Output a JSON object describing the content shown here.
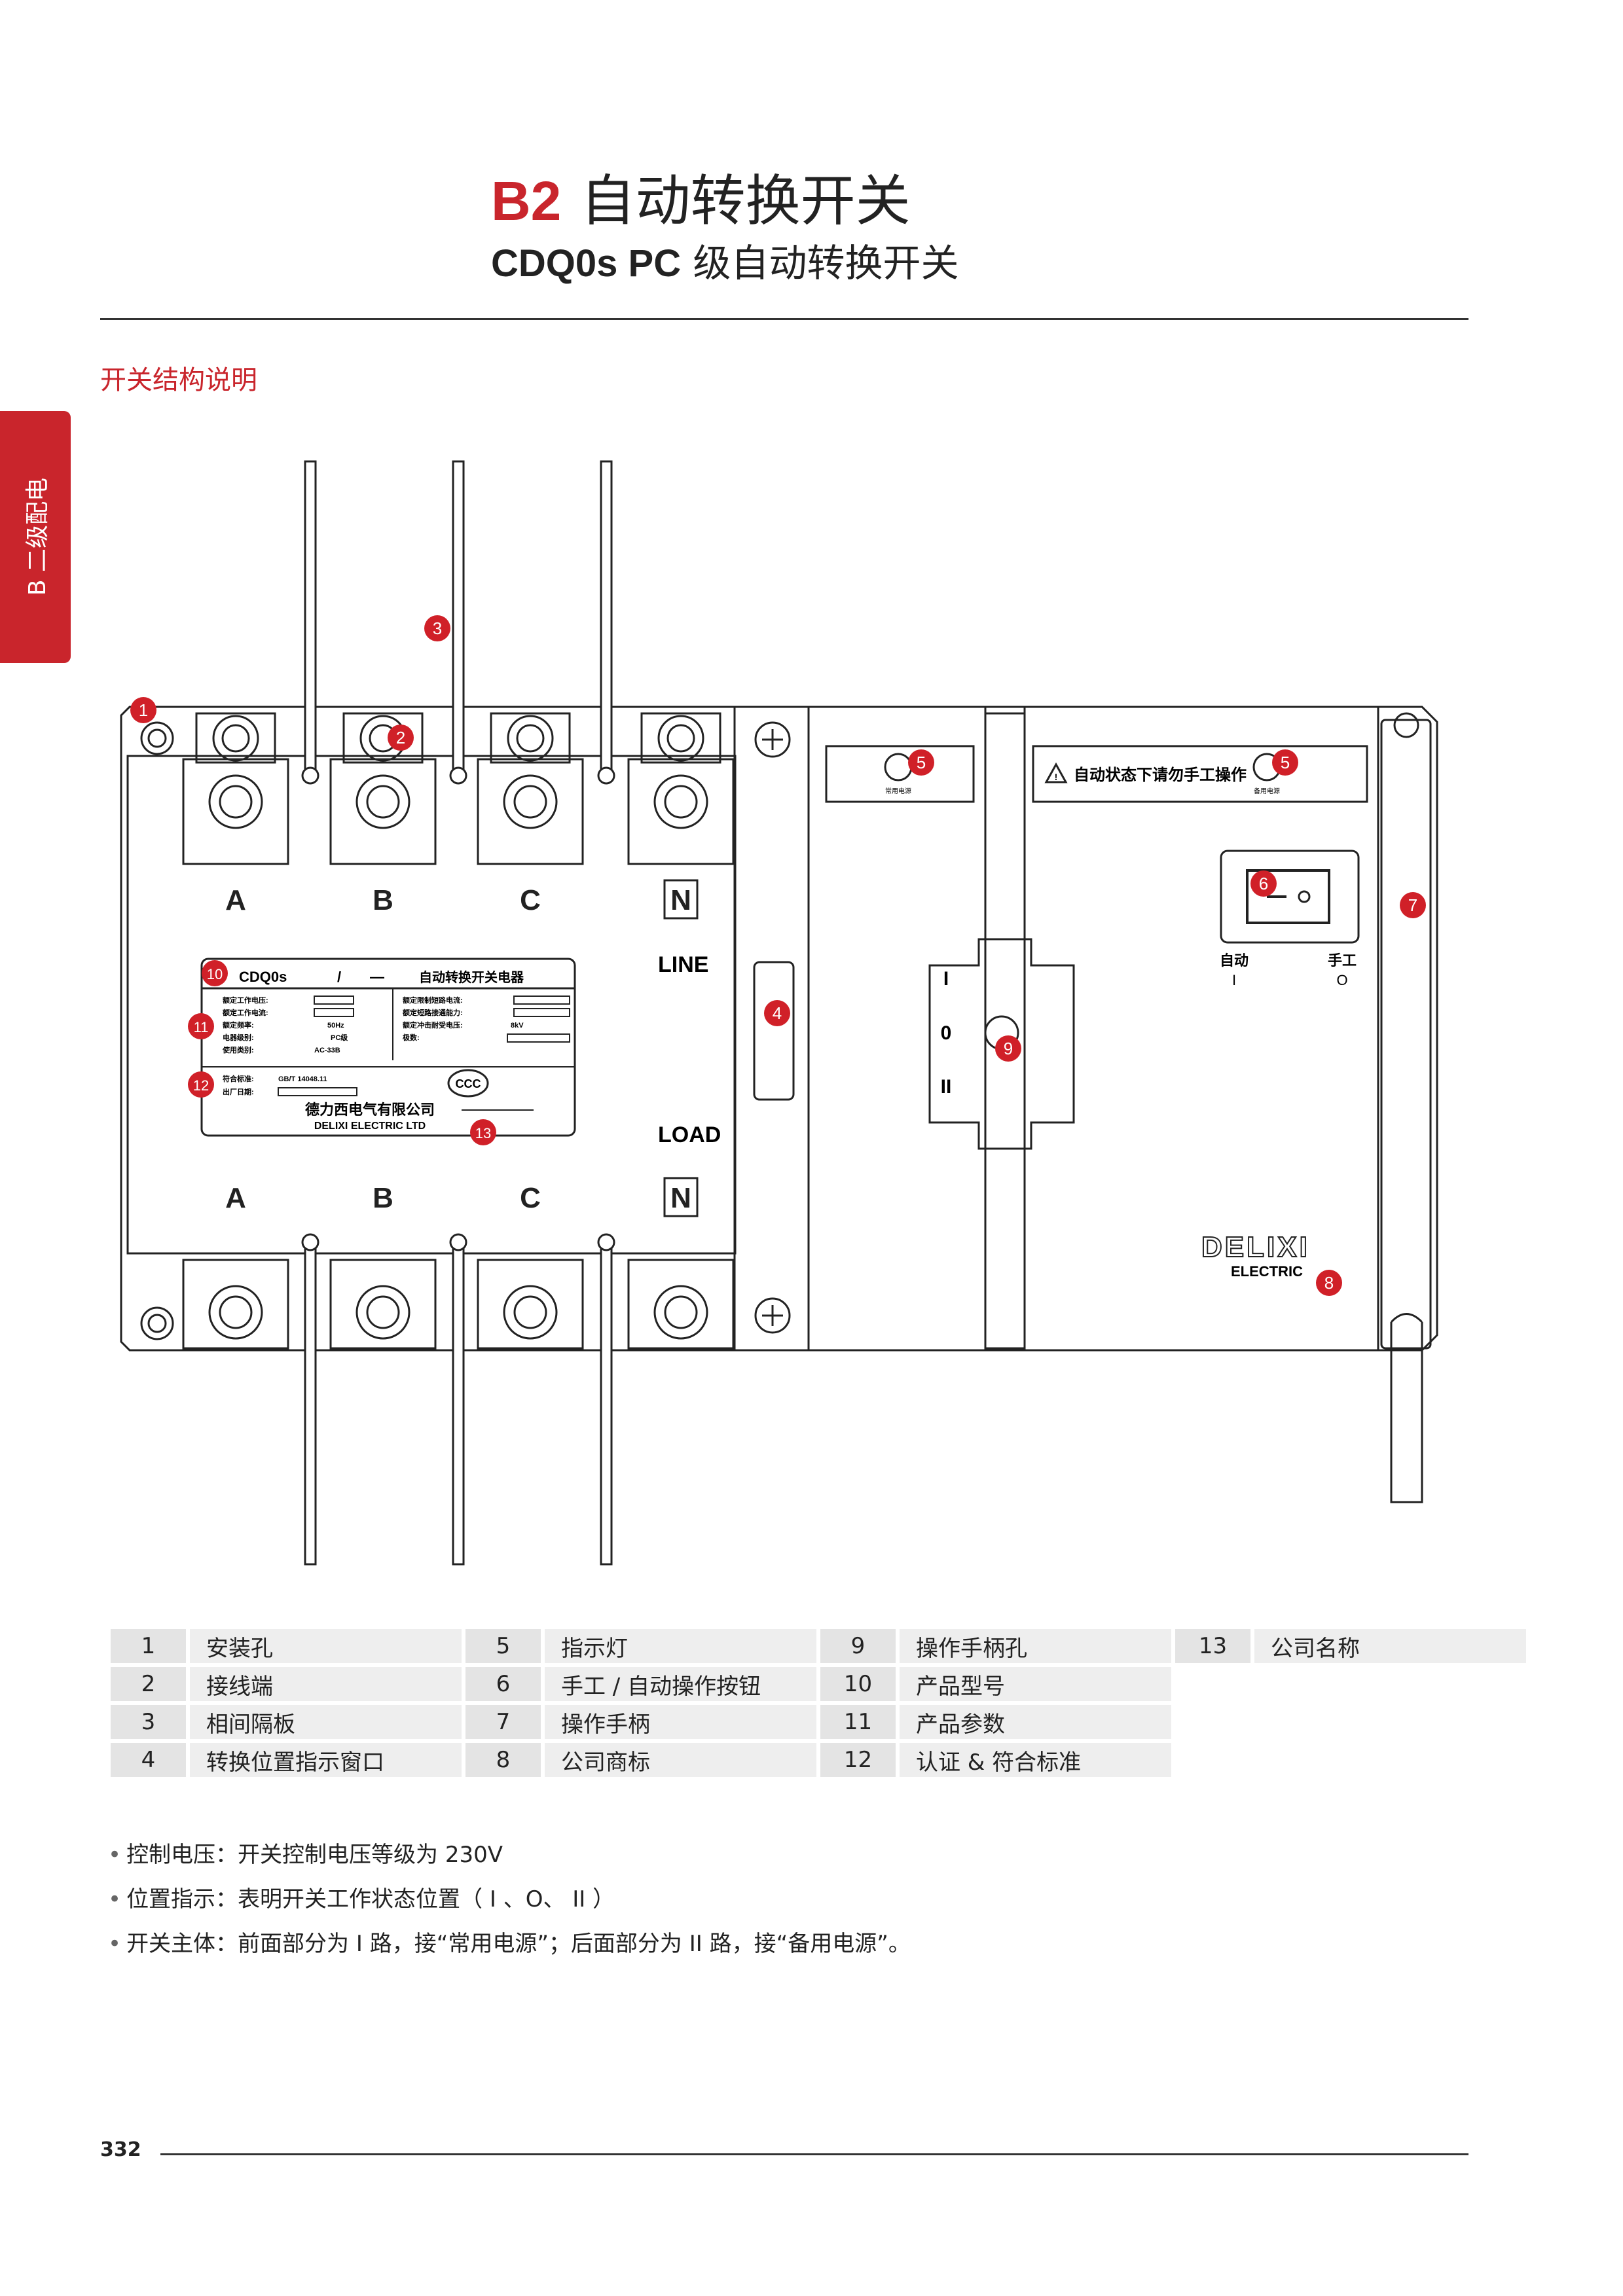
{
  "header": {
    "code": "B2",
    "title": "自动转换开关",
    "subtitle_code": "CDQ0s PC",
    "subtitle_text": "级自动转换开关"
  },
  "side_tab": "B 二级配电",
  "section_heading": "开关结构说明",
  "diagram": {
    "phase_labels": [
      "A",
      "B",
      "C",
      "N"
    ],
    "line_label": "LINE",
    "load_label": "LOAD",
    "indicator_left_caption": "常用电源",
    "warning_text": "自动状态下请勿手工操作",
    "indicator_right_caption": "备用电源",
    "mode_auto": "自动",
    "mode_auto_sym": "I",
    "mode_manual": "手工",
    "mode_manual_sym": "O",
    "position_marks": [
      "I",
      "0",
      "II"
    ],
    "nameplate": {
      "model": "CDQ0s",
      "slash": "/",
      "dash": "—",
      "product_name": "自动转换开关电器",
      "left_rows": [
        "额定工作电压:",
        "额定工作电流:",
        "额定频率:",
        "电器级别:",
        "使用类别:"
      ],
      "left_values": [
        "",
        "",
        "50Hz",
        "PC级",
        "AC-33B"
      ],
      "right_rows": [
        "额定限制短路电流:",
        "额定短路接通能力:",
        "额定冲击耐受电压:",
        "极数:"
      ],
      "right_values": [
        "",
        "",
        "8kV",
        ""
      ],
      "standard_label": "符合标准:",
      "standard_value": "GB/T 14048.11",
      "date_label": "出厂日期:",
      "ccc": "CCC",
      "company_cn": "德力西电气有限公司",
      "company_en": "DELIXI ELECTRIC LTD"
    },
    "logo_main": "DELIXI",
    "logo_sub": "ELECTRIC",
    "callouts": [
      "1",
      "2",
      "3",
      "4",
      "5",
      "5",
      "6",
      "7",
      "8",
      "9",
      "10",
      "11",
      "12",
      "13"
    ]
  },
  "legend": [
    [
      {
        "n": "1",
        "t": "安装孔"
      },
      {
        "n": "5",
        "t": "指示灯"
      },
      {
        "n": "9",
        "t": "操作手柄孔"
      },
      {
        "n": "13",
        "t": "公司名称"
      }
    ],
    [
      {
        "n": "2",
        "t": "接线端"
      },
      {
        "n": "6",
        "t": "手工 / 自动操作按钮"
      },
      {
        "n": "10",
        "t": "产品型号"
      }
    ],
    [
      {
        "n": "3",
        "t": "相间隔板"
      },
      {
        "n": "7",
        "t": "操作手柄"
      },
      {
        "n": "11",
        "t": "产品参数"
      }
    ],
    [
      {
        "n": "4",
        "t": "转换位置指示窗口"
      },
      {
        "n": "8",
        "t": "公司商标"
      },
      {
        "n": "12",
        "t": "认证 & 符合标准"
      }
    ]
  ],
  "notes": [
    "控制电压：开关控制电压等级为 230V",
    "位置指示：表明开关工作状态位置（ I 、O、 II ）",
    "开关主体：前面部分为 I 路，接“常用电源”；后面部分为 II 路，接“备用电源”。"
  ],
  "page_number": "332",
  "colors": {
    "accent": "#c9252c",
    "callout": "#d02028",
    "legend_cell": "#eeeeee"
  }
}
